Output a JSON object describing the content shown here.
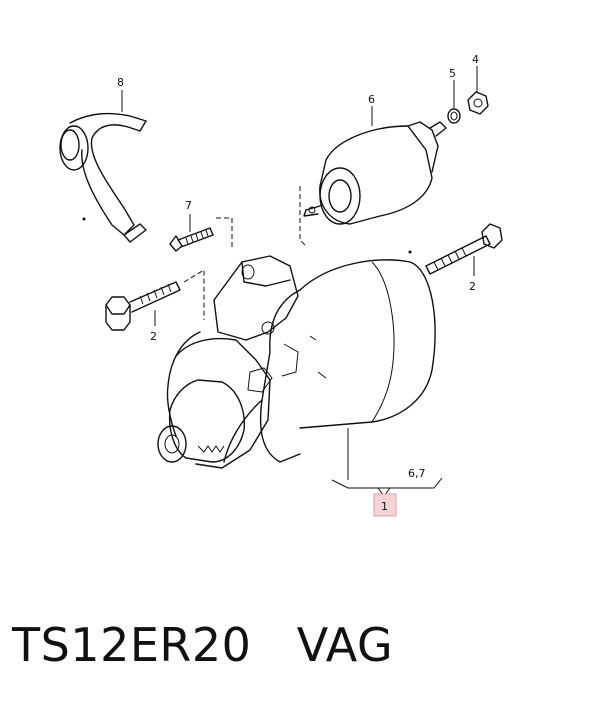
{
  "diagram": {
    "callouts": {
      "starter": "1",
      "bolt": "2",
      "nut": "4",
      "washer": "5",
      "solenoid": "6",
      "screw": "7",
      "bracket": "8",
      "repair_kits": "6,7"
    },
    "colors": {
      "line": "#111111",
      "highlight_fill": "#f7d2d6",
      "highlight_stroke": "#d9a0a8"
    }
  },
  "caption": {
    "part_number": "TS12ER20",
    "brand": "VAG",
    "separator": "   "
  }
}
